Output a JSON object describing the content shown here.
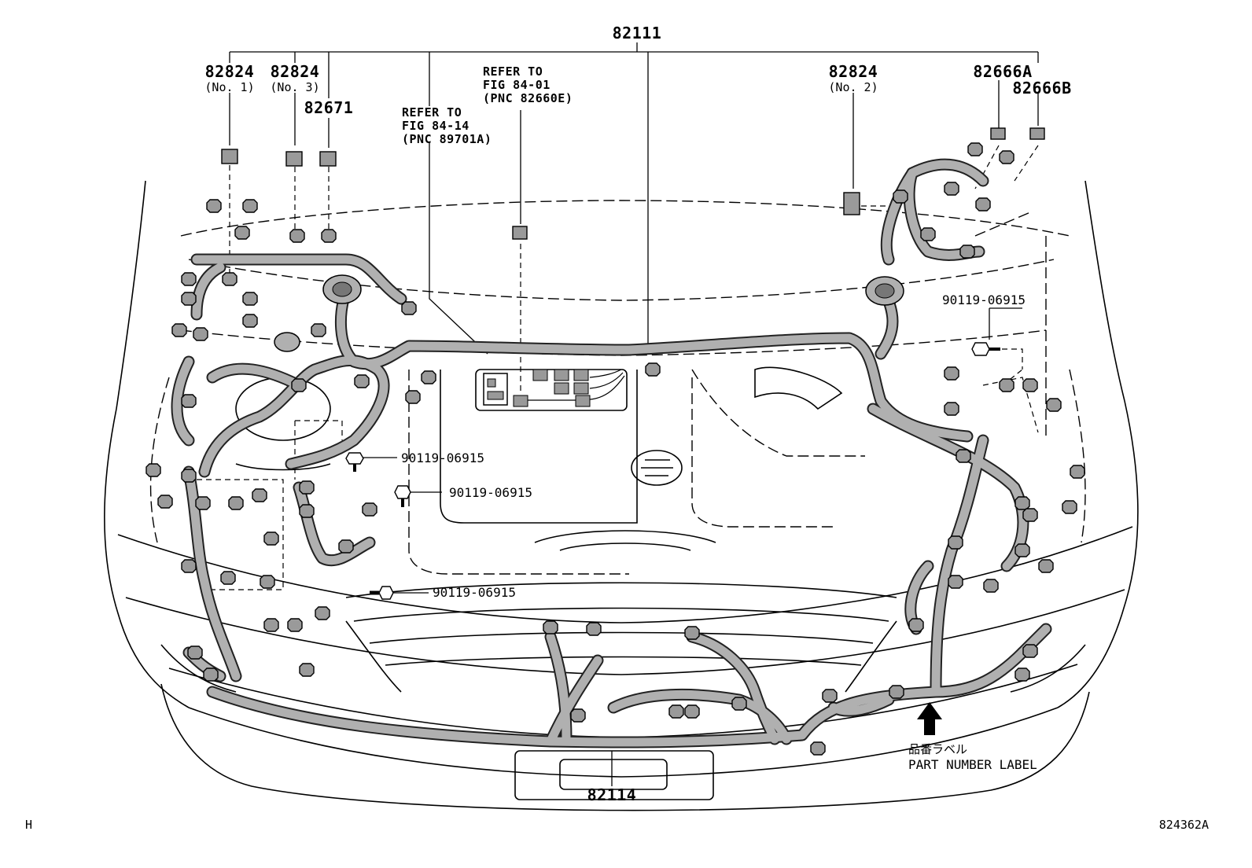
{
  "parts": {
    "main_harness": "82111",
    "front_harness": "82114",
    "wire_824_no1": {
      "number": "82824",
      "note": "(No. 1)"
    },
    "wire_824_no3": {
      "number": "82824",
      "note": "(No. 3)"
    },
    "wire_824_no2": {
      "number": "82824",
      "note": "(No. 2)"
    },
    "part_82671": "82671",
    "part_82666a": "82666A",
    "part_82666b": "82666B",
    "bolt_1": "90119-06915",
    "bolt_2": "90119-06915",
    "bolt_3": "90119-06915",
    "bolt_4": "90119-06915"
  },
  "references": {
    "fig_84_01": {
      "line1": "REFER TO",
      "line2": "FIG 84-01",
      "line3": "(PNC 82660E)"
    },
    "fig_84_14": {
      "line1": "REFER TO",
      "line2": "FIG 84-14",
      "line3": "(PNC 89701A)"
    }
  },
  "part_number_label": {
    "japanese": "品番ラベル",
    "english": "PART NUMBER LABEL"
  },
  "footer": {
    "left_code": "H",
    "figure_code": "824362A"
  }
}
